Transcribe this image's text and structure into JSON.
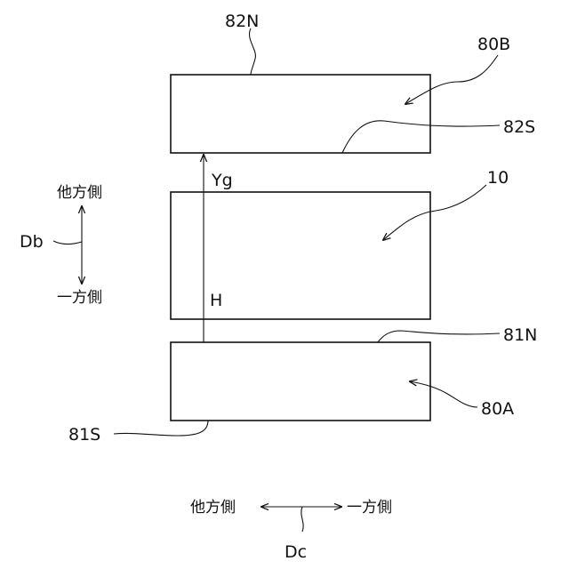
{
  "labels": {
    "magnet_b": "80B",
    "magnet_b_north": "82N",
    "magnet_b_south": "82S",
    "magnet_a": "80A",
    "magnet_a_north": "81N",
    "magnet_a_south": "81S",
    "element": "10",
    "gap_symbol": "Yg",
    "height_symbol": "H"
  },
  "direction_b": {
    "symbol": "Db",
    "other_side": "他方側",
    "one_side": "一方側"
  },
  "direction_c": {
    "symbol": "Dc",
    "other_side": "他方側",
    "one_side": "一方側"
  }
}
